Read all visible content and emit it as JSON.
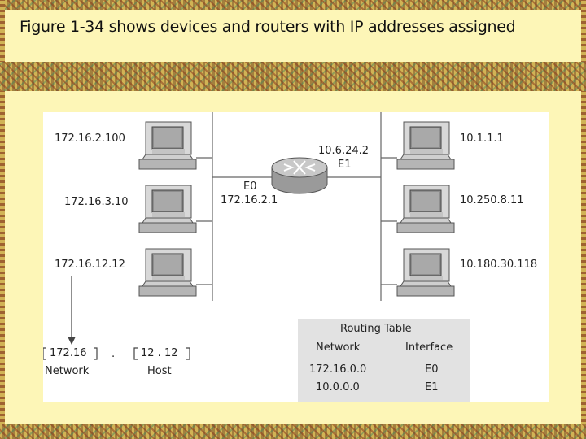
{
  "slide": {
    "title": "Figure 1-34 shows devices and routers with IP addresses assigned"
  },
  "diagram": {
    "left_hosts": [
      "172.16.2.100",
      "172.16.3.10",
      "172.16.12.12"
    ],
    "right_hosts": [
      "10.1.1.1",
      "10.250.8.11",
      "10.180.30.118"
    ],
    "router": {
      "e1_address": "10.6.24.2",
      "e1_label": "E1",
      "e0_label": "E0",
      "e0_address": "172.16.2.1"
    },
    "address_breakdown": {
      "network_value": "172.16",
      "dot": ".",
      "host_value": "12 . 12",
      "network_label": "Network",
      "host_label": "Host"
    },
    "routing_table": {
      "title": "Routing Table",
      "headers": [
        "Network",
        "Interface"
      ],
      "rows": [
        [
          "172.16.0.0",
          "E0"
        ],
        [
          "10.0.0.0",
          "E1"
        ]
      ]
    }
  },
  "colors": {
    "background": "#fdf6b7",
    "band": "#b89a4a",
    "panel": "#ffffff",
    "table": "#e2e2e2"
  }
}
